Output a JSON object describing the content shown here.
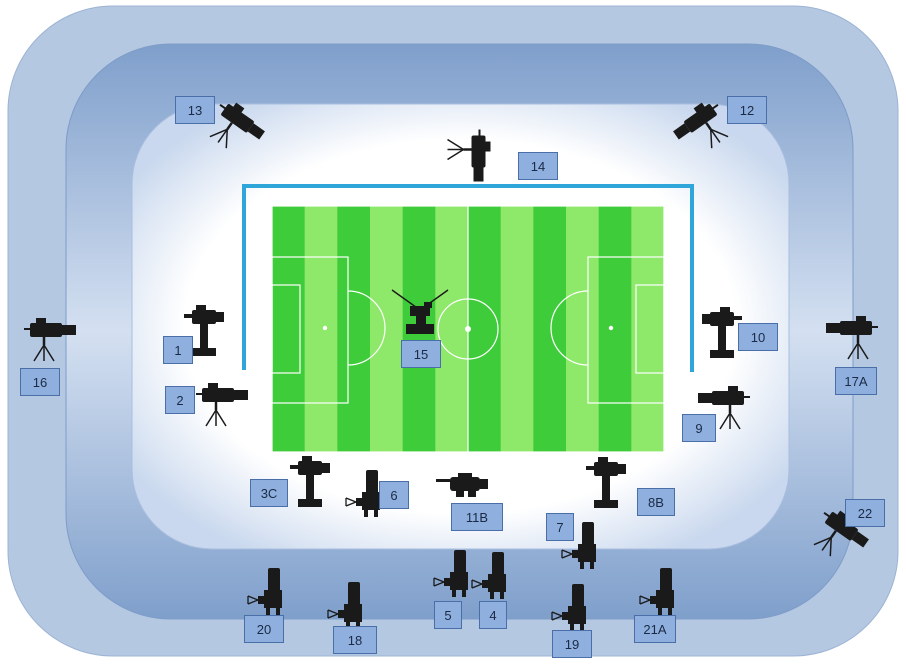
{
  "title": "",
  "colors": {
    "outer_ring": "#b5c8e2",
    "inner_ring": "#8fb0d6",
    "bowl_center": "#ffffff",
    "pitch_light": "#8ee86a",
    "pitch_dark": "#3fcc3a",
    "pitch_lines": "#ffffff",
    "barrier": "#2ea6da",
    "label_fill": "#8fb0df",
    "label_border": "#4a6fa8",
    "camera": "#1a1a1a"
  },
  "positions": [
    {
      "id": "p1",
      "label": "1",
      "camera_icon": "pedestal-camera-icon"
    },
    {
      "id": "p2",
      "label": "2",
      "camera_icon": "tripod-camera-icon"
    },
    {
      "id": "p3C",
      "label": "3C",
      "camera_icon": "pedestal-camera-icon"
    },
    {
      "id": "p4",
      "label": "4",
      "camera_icon": "handheld-operator-camera-icon"
    },
    {
      "id": "p5",
      "label": "5",
      "camera_icon": "handheld-operator-camera-icon"
    },
    {
      "id": "p6",
      "label": "6",
      "camera_icon": "handheld-operator-camera-icon"
    },
    {
      "id": "p7",
      "label": "7",
      "camera_icon": "handheld-operator-camera-icon"
    },
    {
      "id": "p8B",
      "label": "8B",
      "camera_icon": "pedestal-camera-icon"
    },
    {
      "id": "p9",
      "label": "9",
      "camera_icon": "tripod-camera-icon"
    },
    {
      "id": "p10",
      "label": "10",
      "camera_icon": "pedestal-camera-icon"
    },
    {
      "id": "p11B",
      "label": "11B",
      "camera_icon": "rail-camera-icon"
    },
    {
      "id": "p12",
      "label": "12",
      "camera_icon": "tripod-camera-icon"
    },
    {
      "id": "p13",
      "label": "13",
      "camera_icon": "tripod-camera-icon"
    },
    {
      "id": "p14",
      "label": "14",
      "camera_icon": "tripod-camera-icon"
    },
    {
      "id": "p15",
      "label": "15",
      "camera_icon": "spidercam-icon"
    },
    {
      "id": "p16",
      "label": "16",
      "camera_icon": "tripod-camera-icon"
    },
    {
      "id": "p17A",
      "label": "17A",
      "camera_icon": "tripod-camera-icon"
    },
    {
      "id": "p18",
      "label": "18",
      "camera_icon": "handheld-operator-camera-icon"
    },
    {
      "id": "p19",
      "label": "19",
      "camera_icon": "handheld-operator-camera-icon"
    },
    {
      "id": "p20",
      "label": "20",
      "camera_icon": "handheld-operator-camera-icon"
    },
    {
      "id": "p21A",
      "label": "21A",
      "camera_icon": "handheld-operator-camera-icon"
    },
    {
      "id": "p22",
      "label": "22",
      "camera_icon": "tripod-camera-icon"
    }
  ]
}
